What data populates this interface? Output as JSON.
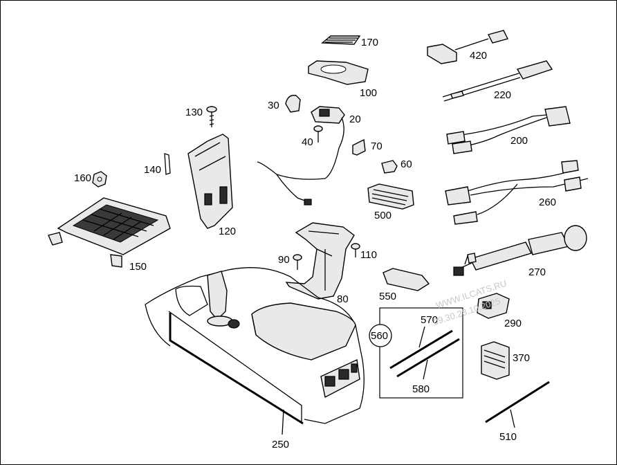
{
  "diagram": {
    "labels": {
      "p170": "170",
      "p420": "420",
      "p100": "100",
      "p220": "220",
      "p30": "30",
      "p130": "130",
      "p20": "20",
      "p40": "40",
      "p70": "70",
      "p200": "200",
      "p140": "140",
      "p160": "160",
      "p60": "60",
      "p260": "260",
      "p500": "500",
      "p120": "120",
      "p110": "110",
      "p90": "90",
      "p150": "150",
      "p270": "270",
      "p550": "550",
      "p80": "80",
      "p570": "570",
      "p290": "290",
      "p560": "560",
      "p370": "370",
      "p580": "580",
      "p510": "510",
      "p250": "250"
    },
    "watermark": {
      "line1": "WWW.ILCATS.RU",
      "line2": "09.30.28.10.2025"
    }
  }
}
